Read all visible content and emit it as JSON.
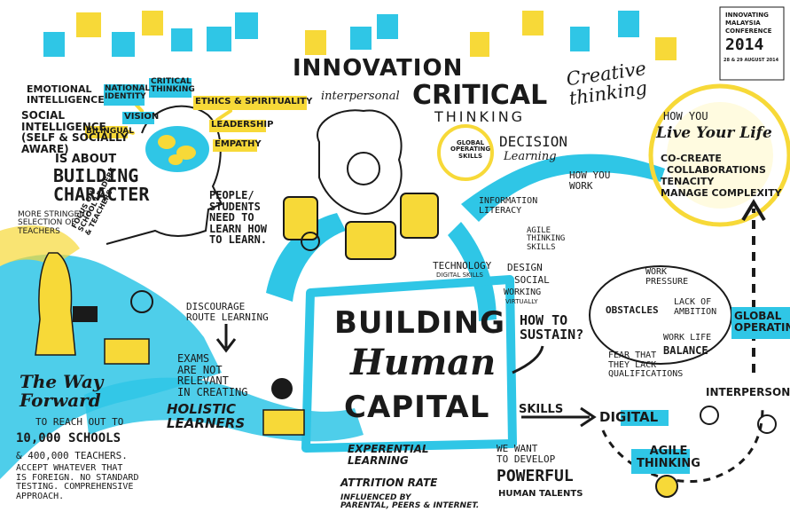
{
  "colors": {
    "cyan": "#2fc6e6",
    "yellow": "#f7d938",
    "ink": "#1a1a1a",
    "paper": "#ffffff"
  },
  "conference": {
    "line1": "INNOVATING",
    "line2": "MALAYSIA",
    "line3": "CONFERENCE",
    "year": "2014",
    "dates": "28 & 29 AUGUST 2014"
  },
  "top": {
    "innovation": "INNOVATION",
    "interpersonal": "interpersonal",
    "critical": "CRITICAL",
    "thinking": "THINKING"
  },
  "left": {
    "emotional": "EMOTIONAL\nINTELLIGENCE",
    "social": "SOCIAL\nINTELLIGENCE\n(SELF & SOCIALLY\nAWARE)",
    "national": "NATIONAL\nIDENTITY",
    "critical_thinking": "CRITICAL\nTHINKING",
    "vision": "VISION",
    "bilingual": "BILINGUAL",
    "ethics": "ETHICS & SPIRITUALITY",
    "leadership": "LEADERSHIP",
    "empathy": "EMPATHY",
    "is_about": "IS ABOUT",
    "building_character": "BUILDING\nCHARACTER",
    "stringent": "MORE STRINGENT\nSELECTION OF\nTEACHERS",
    "focus": "FOCUS ON\nSCHOOL LEADERS\n& TEACHERS",
    "people": "PEOPLE/\nSTUDENTS\nNEED TO\nLEARN HOW\nTO LEARN.",
    "discourage": "DISCOURAGE\nROUTE LEARNING",
    "exams": "EXAMS\nARE NOT\nRELEVANT\nIN CREATING",
    "holistic": "HOLISTIC\nLEARNERS",
    "way_forward": "The Way\nForward",
    "reach": "TO REACH OUT TO",
    "schools": "10,000 SCHOOLS",
    "teachers": "& 400,000 TEACHERS.",
    "accept": "ACCEPT WHATEVER THAT\nIS FOREIGN. NO STANDARD\nTESTING. COMPREHENSIVE\nAPPROACH."
  },
  "center": {
    "building": "BUILDING",
    "human": "Human",
    "capital": "CAPITAL",
    "global_skills": "GLOBAL\nOPERATING\nSKILLS",
    "decision": "DECISION",
    "learning": "Learning",
    "info": "INFORMATION\nLITERACY",
    "technology": "TECHNOLOGY",
    "digital_skills": "DIGITAL SKILLS",
    "design": "DESIGN",
    "social": "SOCIAL",
    "working": "WORKING",
    "virtually": "VIRTUALLY",
    "agile_skills": "AGILE\nTHINKING\nSKILLS",
    "how_you_work": "HOW YOU\nWORK",
    "experiential": "EXPERENTIAL\nLEARNING",
    "attrition": "ATTRITION RATE",
    "influenced": "INFLUENCED BY\nPARENTAL, PEERS & INTERNET.",
    "we_want": "WE WANT\nTO DEVELOP",
    "powerful": "POWERFUL",
    "talents": "HUMAN TALENTS",
    "skills": "SKILLS",
    "sustain": "HOW TO\nSUSTAIN?"
  },
  "right": {
    "creative": "Creative\nthinking",
    "how_you_live": "HOW YOU",
    "live": "Live Your Life",
    "bullets": [
      "CO-CREATE",
      "COLLABORATIONS",
      "TENACITY",
      "MANAGE COMPLEXITY"
    ],
    "work_pressure": "WORK\nPRESSURE",
    "obstacles": "OBSTACLES",
    "lack": "LACK OF\nAMBITION",
    "work_life": "WORK LIFE",
    "balance": "BALANCE",
    "fear": "FEAR THAT\nTHEY LACK\nQUALIFICATIONS",
    "global_op": "GLOBAL\nOPERATING",
    "interperson": "INTERPERSON",
    "digital": "DIGITAL",
    "agile": "AGILE\nTHINKING"
  }
}
